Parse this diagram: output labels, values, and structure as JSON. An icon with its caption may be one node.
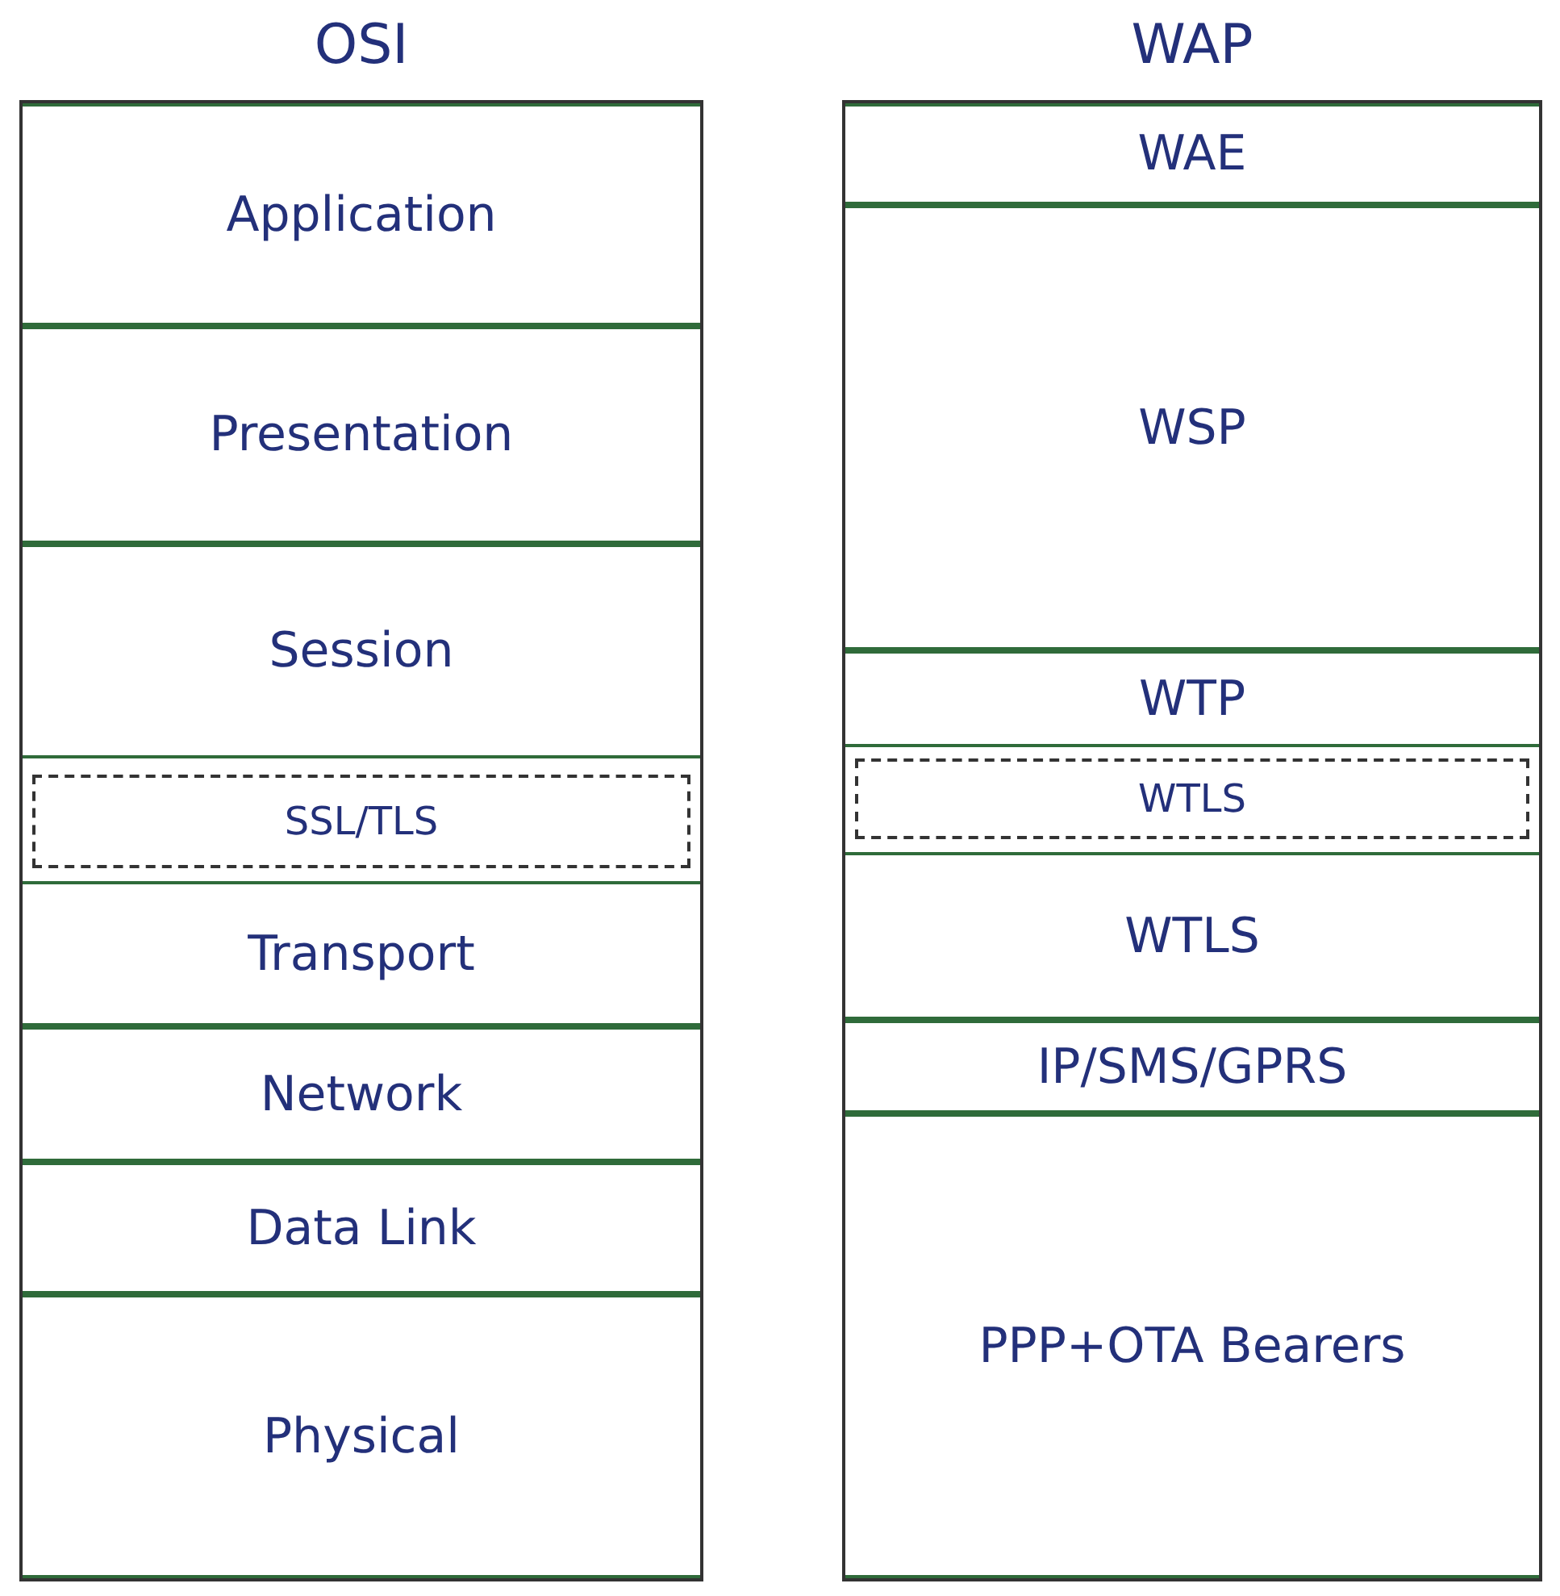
{
  "diagram": {
    "nodes": [
      {
        "text": [
          "OSI"
        ]
      },
      {
        "text": [
          "Application"
        ],
        "in": 0
      },
      {
        "text": [
          "Presentation"
        ],
        "in": 0
      },
      {
        "text": [
          "Session"
        ],
        "in": 0
      },
      {
        "text": [
          "SSL/TLS"
        ],
        "in": 0
      },
      {
        "text": [
          "Transport"
        ],
        "in": 0
      },
      {
        "text": [
          "Network"
        ],
        "in": 0
      },
      {
        "text": [
          "Data Link"
        ],
        "in": 0
      },
      {
        "text": [
          "Physical"
        ],
        "in": 0
      },
      {
        "text": [
          "WAP"
        ]
      },
      {
        "text": [
          "WAE"
        ],
        "in": 9
      },
      {
        "text": [
          "WSP"
        ],
        "in": 9
      },
      {
        "text": [
          "WTP"
        ],
        "in": 9
      },
      {
        "text": [
          "WTLS"
        ],
        "in": 9
      },
      {
        "text": [
          "WTLS"
        ],
        "in": 9
      },
      {
        "text": [
          "IP/SMS/GPRS"
        ],
        "in": 9
      },
      {
        "text": [
          "PPP+OTA Bearers"
        ],
        "in": 9
      }
    ]
  }
}
